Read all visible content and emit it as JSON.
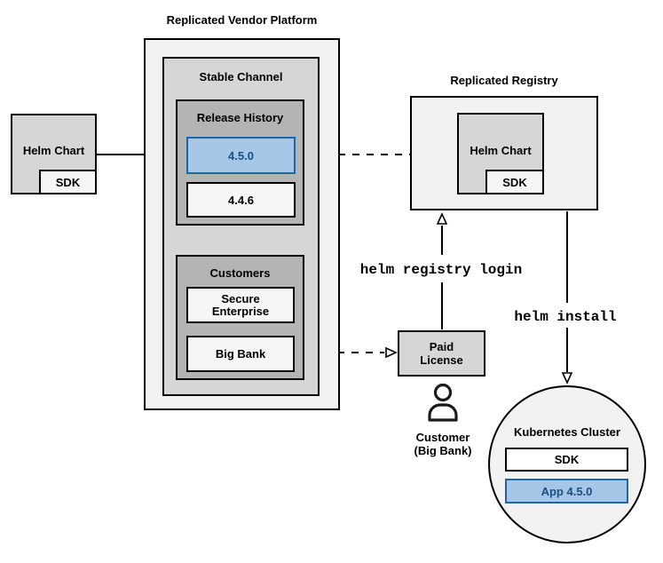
{
  "colors": {
    "accent-blue-fill": "#a5c6e7",
    "accent-blue-border": "#1e66a8",
    "accent-blue-text": "#1a4f84",
    "box-light": "#f2f2f2",
    "box-lighter": "#f6f6f6",
    "box-medium": "#d6d6d6",
    "box-dark": "#b4b4b4",
    "line": "#000000"
  },
  "platform": {
    "title": "Replicated Vendor Platform",
    "stable_channel": {
      "label": "Stable Channel"
    },
    "release_history": {
      "label": "Release History",
      "versions": [
        {
          "label": "4.5.0"
        },
        {
          "label": "4.4.6"
        }
      ]
    },
    "customers": {
      "label": "Customers",
      "items": [
        {
          "label": "Secure Enterprise"
        },
        {
          "label": "Big Bank"
        }
      ]
    }
  },
  "helm_source": {
    "label": "Helm Chart",
    "sdk": "SDK"
  },
  "registry": {
    "title": "Replicated Registry",
    "helm_chart": "Helm Chart",
    "sdk": "SDK"
  },
  "license": {
    "label": "Paid License"
  },
  "customer": {
    "name": "Customer",
    "org": "(Big Bank)"
  },
  "commands": {
    "registry_login": "helm registry login",
    "install": "helm install"
  },
  "cluster": {
    "title": "Kubernetes Cluster",
    "sdk": "SDK",
    "app": "App 4.5.0"
  }
}
